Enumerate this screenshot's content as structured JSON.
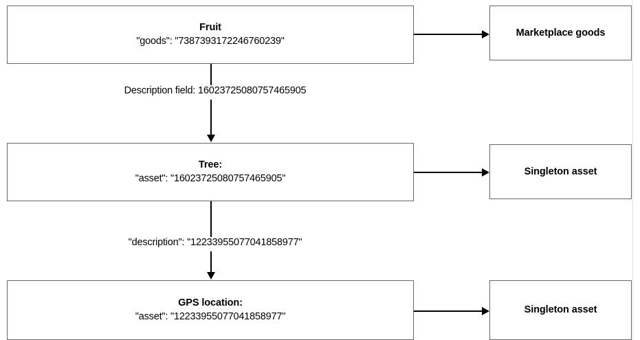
{
  "diagram": {
    "type": "flowchart",
    "nodes": [
      {
        "id": "fruit",
        "title": "Fruit",
        "detail": "\"goods\": \"7387393172246760239\""
      },
      {
        "id": "tree",
        "title": "Tree:",
        "detail": "\"asset\": \"16023725080757465905\""
      },
      {
        "id": "gps",
        "title": "GPS location:",
        "detail": "\"asset\": \"12233955077041858977\""
      },
      {
        "id": "marketplace-goods",
        "title": "Marketplace goods"
      },
      {
        "id": "singleton-asset-1",
        "title": "Singleton asset"
      },
      {
        "id": "singleton-asset-2",
        "title": "Singleton asset"
      }
    ],
    "edges": [
      {
        "id": "fruit-to-tree",
        "label": "Description field: 16023725080757465905"
      },
      {
        "id": "tree-to-gps",
        "label": "\"description\": \"12233955077041858977\""
      },
      {
        "id": "fruit-to-marketplace-goods",
        "label": ""
      },
      {
        "id": "tree-to-singleton-asset",
        "label": ""
      },
      {
        "id": "gps-to-singleton-asset",
        "label": ""
      }
    ]
  },
  "colors": {
    "node_border": "#666666",
    "connector": "#000000",
    "background": "#ffffff"
  }
}
